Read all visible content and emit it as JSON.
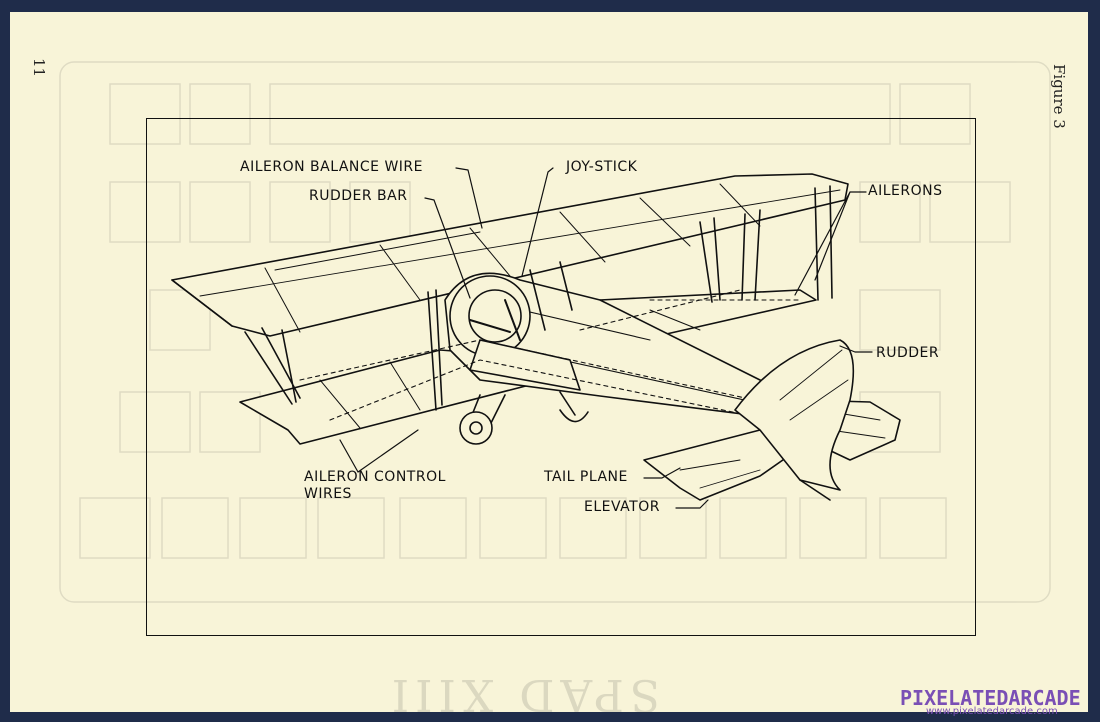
{
  "page": {
    "number": "11",
    "figure_label": "Figure 3"
  },
  "labels": {
    "aileron_balance_wire": "AILERON BALANCE WIRE",
    "joy_stick": "JOY-STICK",
    "rudder_bar": "RUDDER BAR",
    "ailerons": "AILERONS",
    "rudder": "RUDDER",
    "aileron_control_wires_line1": "AILERON CONTROL",
    "aileron_control_wires_line2": "WIRES",
    "tail_plane": "TAIL PLANE",
    "elevator": "ELEVATOR"
  },
  "ghost_text": {
    "title_mirror": "SPAD XIII"
  },
  "watermark": {
    "brand": "PIXELATEDARCADE",
    "url": "www.pixelatedarcade.com"
  },
  "colors": {
    "paper": "#f8f4d8",
    "ink": "#111111",
    "background": "#1f2c4a",
    "watermark": "#7a4fb5"
  }
}
